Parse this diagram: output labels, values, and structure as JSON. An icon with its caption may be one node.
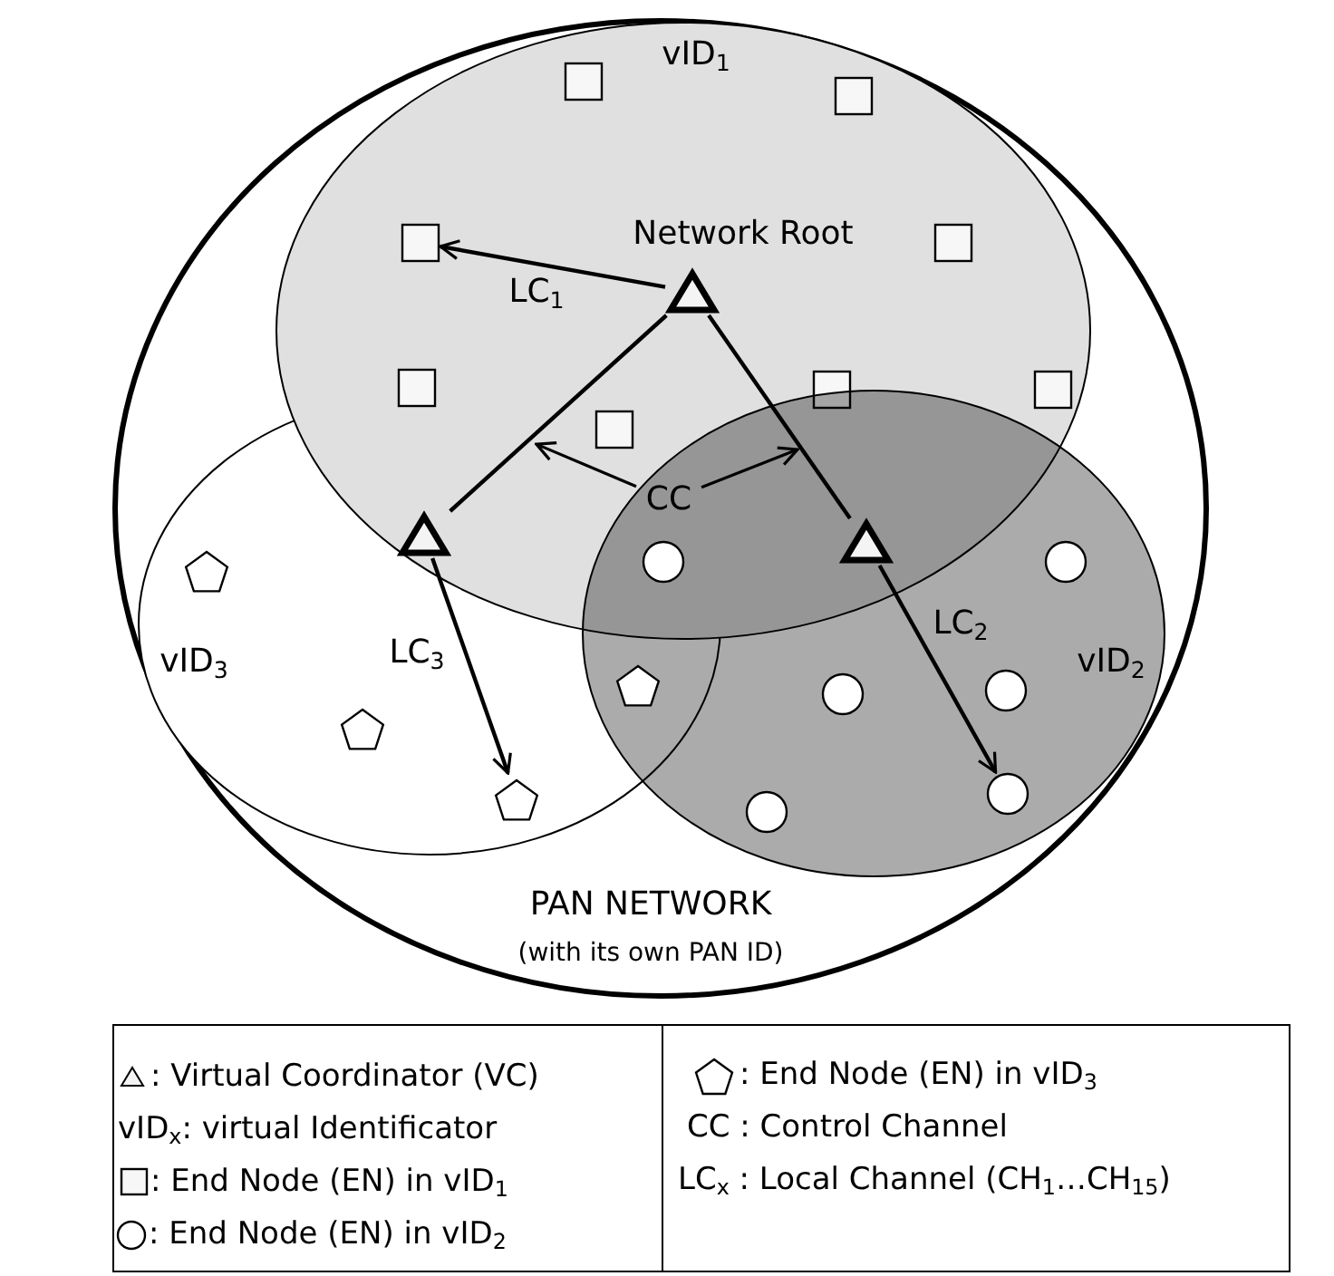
{
  "diagram": {
    "nodes": [
      {
        "text": [
          "PAN NETWORK",
          "(with its own PAN ID)"
        ]
      },
      {
        "text": [
          "vID$_{1}$"
        ],
        "in": 0
      },
      {
        "text": [
          "vID$_{3}$"
        ],
        "in": 0
      },
      {
        "text": [
          "vID$_{2}$"
        ],
        "in": 0
      },
      {
        "text": [],
        "shape": "triangle",
        "beside": [
          "Network Root"
        ],
        "in": 1
      },
      {
        "text": [],
        "shape": "triangle"
      },
      {
        "text": [],
        "shape": "triangle"
      },
      {
        "text": [
          "CC"
        ]
      },
      {
        "text": [],
        "shape": "box",
        "in": 1
      },
      {
        "text": [],
        "shape": "box",
        "in": 1
      },
      {
        "text": [],
        "shape": "box",
        "in": 1
      },
      {
        "text": [],
        "shape": "box",
        "in": 1
      },
      {
        "text": [],
        "shape": "box",
        "in": 1
      },
      {
        "text": [],
        "shape": "box",
        "in": 1
      },
      {
        "text": [],
        "shape": "box",
        "in": 1
      },
      {
        "text": [],
        "shape": "box",
        "in": 1
      },
      {
        "text": [],
        "shape": "circle"
      },
      {
        "text": [],
        "shape": "circle",
        "in": 3
      },
      {
        "text": [],
        "shape": "circle",
        "in": 3
      },
      {
        "text": [],
        "shape": "circle",
        "in": 3
      },
      {
        "text": [],
        "shape": "circle",
        "in": 3
      },
      {
        "text": [],
        "shape": "circle",
        "in": 3
      },
      {
        "text": [],
        "shape": "pentagon",
        "in": 2
      },
      {
        "text": [],
        "shape": "pentagon"
      },
      {
        "text": [],
        "shape": "pentagon",
        "in": 2
      },
      {
        "text": [],
        "shape": "pentagon",
        "in": 2
      }
    ],
    "edges": [
      {
        "from": 4,
        "to": 5,
        "arrow": "none"
      },
      {
        "from": 4,
        "to": 6,
        "arrow": "none"
      },
      {
        "from": 4,
        "to": 10,
        "arrow": "to",
        "label": "LC$_{1}$"
      },
      {
        "from": 5,
        "to": 25,
        "arrow": "to",
        "label": "LC$_{3}$"
      },
      {
        "from": 6,
        "to": 20,
        "arrow": "to",
        "label": "LC$_{2}$"
      },
      {
        "from": 7,
        "to": 2,
        "arrow": "to"
      },
      {
        "from": 7,
        "to": 3,
        "arrow": "to"
      }
    ],
    "legend": [
      {
        "text": ": Virtual Coordinator (VC)"
      },
      {
        "text": "vID$_{x}$: virtual Identificator"
      },
      {
        "text": ": End Node (EN) in vID$_{1}$"
      },
      {
        "text": ": End Node (EN) in vID$_{2}$"
      },
      {
        "text": " : End Node (EN) in vID$_{3}$"
      },
      {
        "text": "CC : Control Channel"
      },
      {
        "text": "LC$_{x}$ : Local Channel (CH$_{1}$…CH$_{15}$)"
      }
    ]
  }
}
